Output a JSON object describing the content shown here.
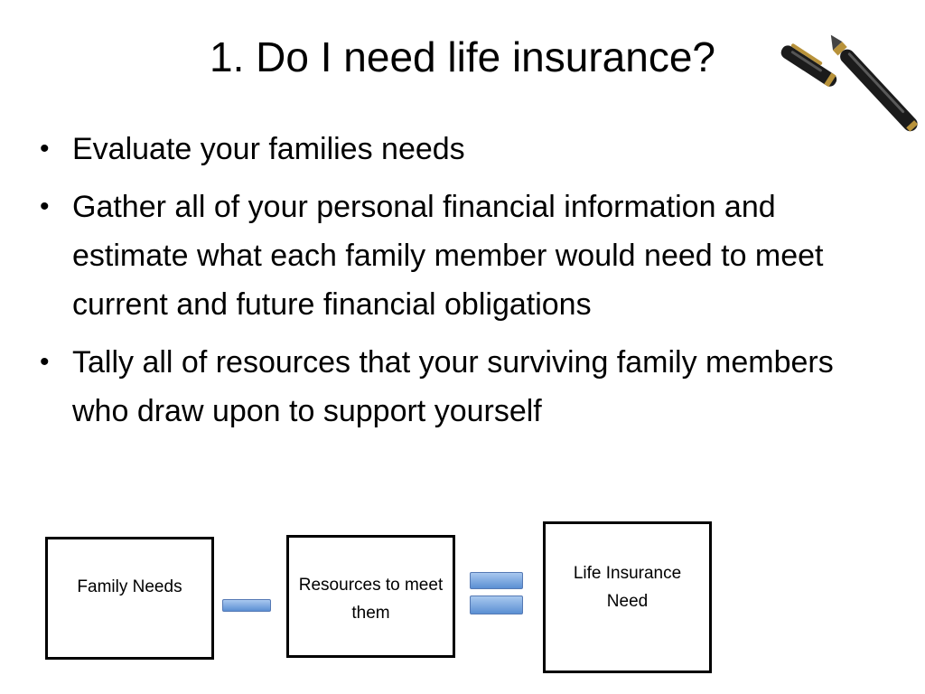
{
  "slide": {
    "title": "1. Do I need life insurance?",
    "bullets": [
      "Evaluate your families needs",
      "Gather all of your personal financial information and estimate what each family member would need to meet current and future financial obligations",
      "Tally all of resources that your surviving family members who draw upon to support yourself"
    ]
  },
  "diagram": {
    "box1_label": "Family Needs",
    "box2_label": "Resources to meet them",
    "box3_label": "Life Insurance Need",
    "operator1": "minus-sign",
    "operator2": "equals-sign"
  },
  "colors": {
    "operator_fill_top": "#a9c8ef",
    "operator_fill_bottom": "#5b8fd3",
    "text": "#000000",
    "background": "#ffffff"
  }
}
